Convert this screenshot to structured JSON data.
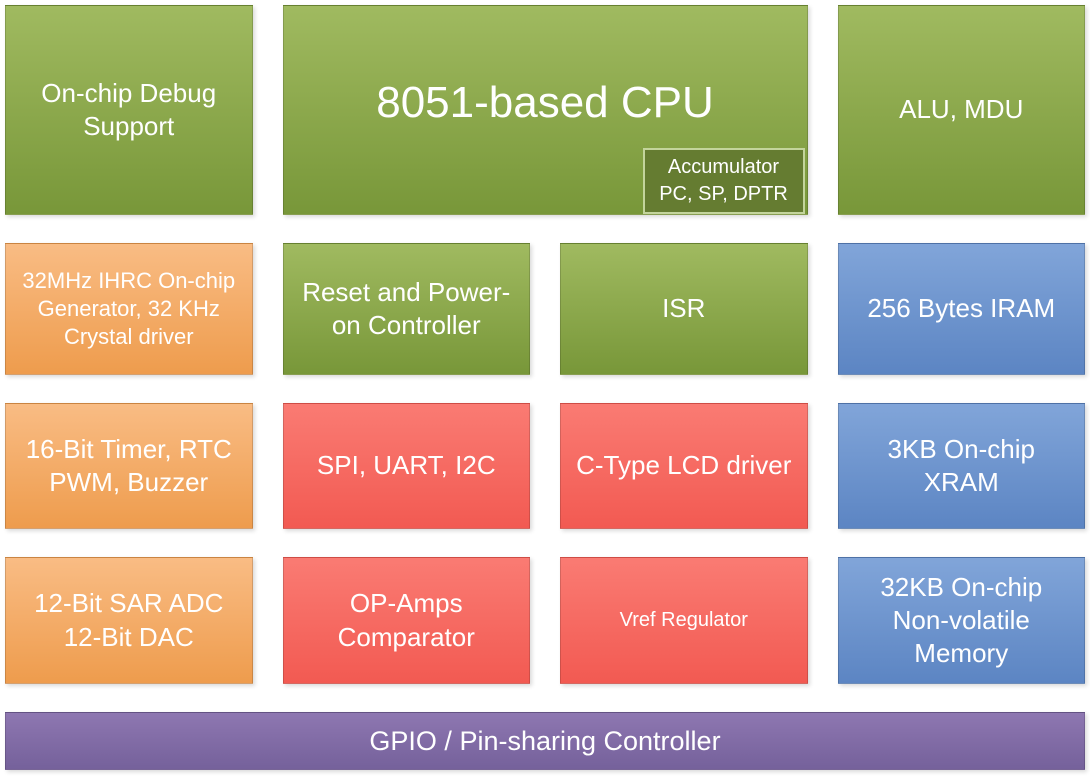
{
  "colors": {
    "background": "#FFFFFF",
    "text": "#FFFFFF",
    "green_top": "#A0BA60",
    "green_bottom": "#789739",
    "orange_top": "#F9BC84",
    "orange_bottom": "#EE9C4D",
    "red_top": "#FA7B73",
    "red_bottom": "#F25A52",
    "blue_top": "#81A5D9",
    "blue_bottom": "#5C85C3",
    "purple_top": "#8E77B1",
    "purple_bottom": "#75619B",
    "accumulator_bg": "#657C31",
    "accumulator_border": "#C3D49C"
  },
  "blocks": {
    "debug": {
      "label": "On-chip Debug Support"
    },
    "cpu": {
      "label": "8051-based CPU",
      "accumulator": "Accumulator",
      "registers": "PC, SP, DPTR"
    },
    "alu": {
      "label": "ALU, MDU"
    },
    "clock": {
      "label": "32MHz IHRC On-chip Generator, 32 KHz Crystal driver"
    },
    "reset": {
      "label": "Reset and Power-on Controller"
    },
    "isr": {
      "label": "ISR"
    },
    "iram": {
      "label": "256 Bytes IRAM"
    },
    "timer": {
      "label": "16-Bit Timer, RTC PWM, Buzzer"
    },
    "serial": {
      "label": "SPI, UART, I2C"
    },
    "lcd": {
      "label": "C-Type LCD driver"
    },
    "xram": {
      "label": "3KB On-chip XRAM"
    },
    "adc": {
      "label": "12-Bit SAR ADC 12-Bit DAC"
    },
    "opamps": {
      "label": "OP-Amps Comparator"
    },
    "vref": {
      "label": "Vref Regulator"
    },
    "nvm": {
      "label": "32KB On-chip Non-volatile Memory"
    },
    "gpio": {
      "label": "GPIO / Pin-sharing Controller"
    }
  }
}
